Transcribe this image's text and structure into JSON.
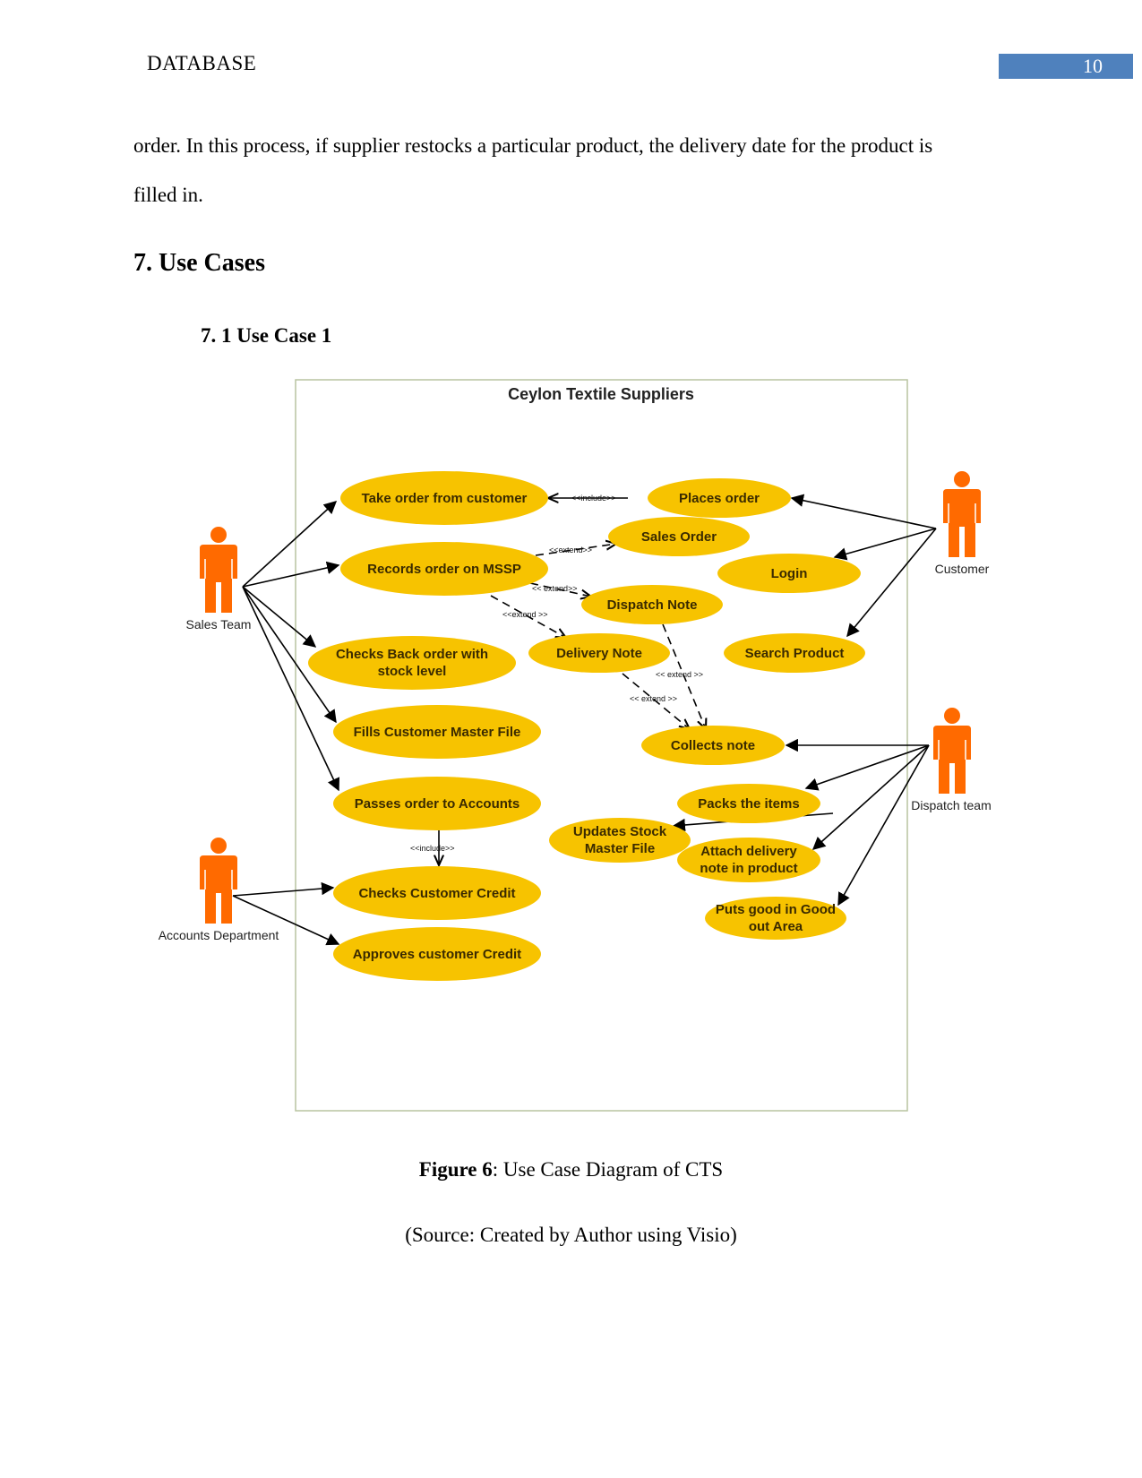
{
  "header": {
    "title": "DATABASE",
    "page_number": "10"
  },
  "paragraph": {
    "line1": "order. In this process, if supplier restocks a particular product, the delivery date for the product is",
    "line2": "filled in."
  },
  "section": {
    "heading": "7. Use Cases",
    "subheading": "7. 1 Use Case 1"
  },
  "diagram": {
    "title": "Ceylon Textile Suppliers",
    "actors": {
      "sales_team": "Sales Team",
      "customer": "Customer",
      "dispatch_team": "Dispatch team",
      "accounts": "Accounts Department"
    },
    "use_cases": {
      "take_order": "Take order from customer",
      "places_order": "Places order",
      "sales_order": "Sales Order",
      "records_order": "Records order on MSSP",
      "login": "Login",
      "dispatch_note": "Dispatch Note",
      "checks_back_order_1": "Checks Back order with",
      "checks_back_order_2": "stock level",
      "delivery_note": "Delivery Note",
      "search_product": "Search Product",
      "fills_master": "Fills Customer Master File",
      "collects_note": "Collects note",
      "passes_order": "Passes order to Accounts",
      "packs_items": "Packs the items",
      "updates_stock_1": "Updates Stock",
      "updates_stock_2": "Master File",
      "attach_delivery_1": "Attach delivery",
      "attach_delivery_2": "note in product",
      "checks_credit": "Checks Customer Credit",
      "puts_good_1": "Puts good in Good",
      "puts_good_2": "out Area",
      "approves_credit": "Approves customer Credit"
    },
    "stereotypes": {
      "include": "<<include>>",
      "extend": "<<extend>>",
      "extend_spaced": "<< extend>>",
      "extend_spaced_both": "<<extend >>",
      "extend_loose": "<< extend >>"
    },
    "colors": {
      "use_case_fill": "#f7c300",
      "actor_fill": "#ff6a00",
      "boundary": "#b8c4a0"
    }
  },
  "figure": {
    "label": "Figure 6",
    "caption": ": Use Case Diagram of CTS",
    "source": "(Source: Created by Author using Visio)"
  }
}
